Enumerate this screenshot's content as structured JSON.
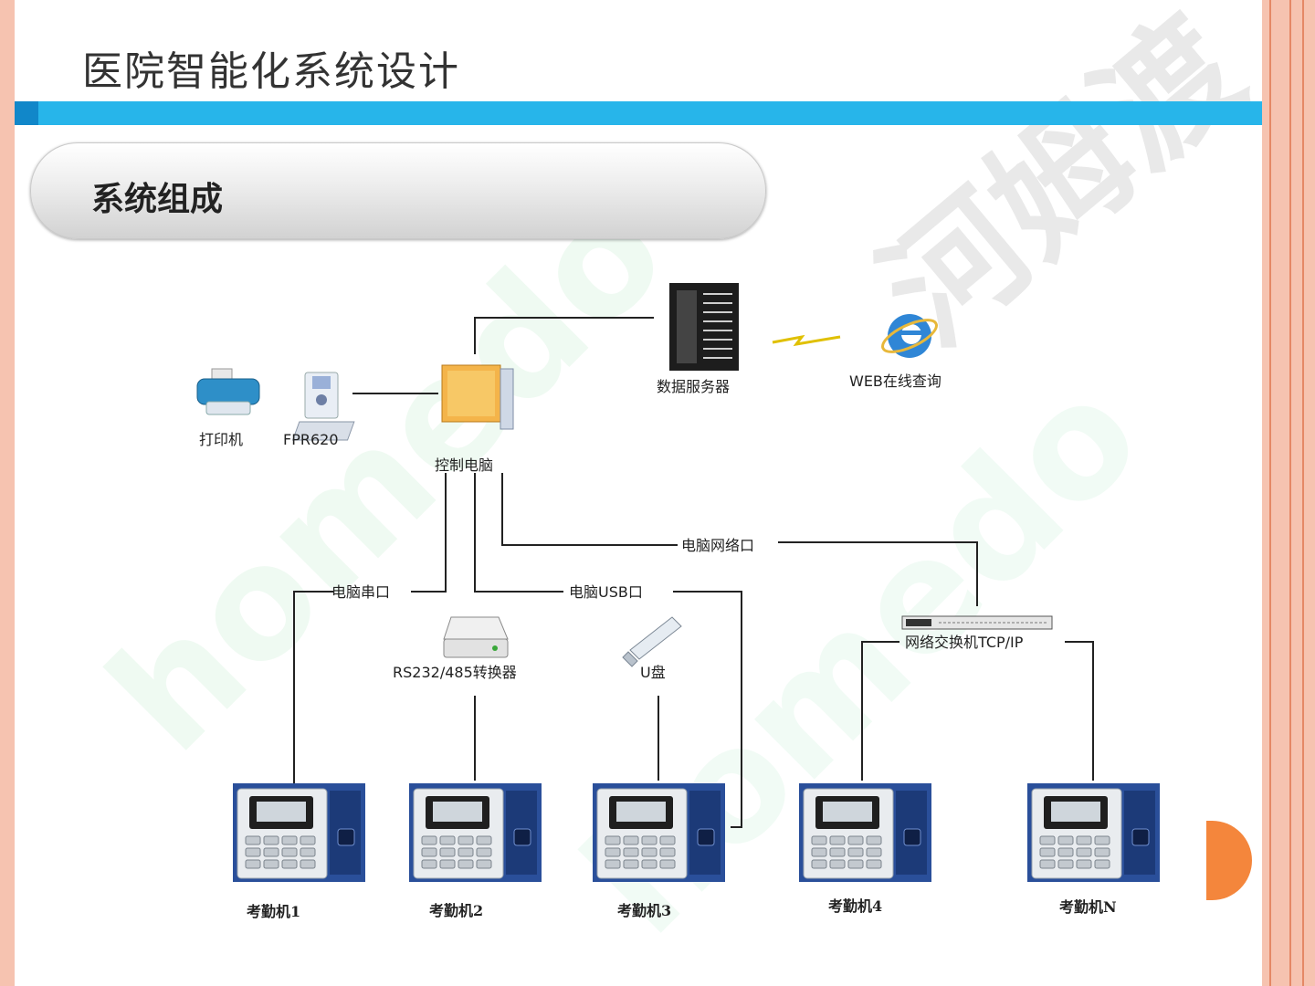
{
  "slide": {
    "title": "医院智能化系统设计",
    "section_title": "系统组成",
    "watermark": "homedo.com 河姆渡"
  },
  "colors": {
    "accent_blue": "#27b5ea",
    "frame_salmon": "#f6c3b0",
    "accent_orange": "#f4863c"
  },
  "diagram": {
    "nodes": {
      "printer": "打印机",
      "fpr": "FPR620",
      "pc": "控制电脑",
      "server": "数据服务器",
      "web": "WEB在线查询",
      "converter": "RS232/485转换器",
      "usb_disk": "U盘",
      "switch": "网络交换机TCP/IP",
      "t1": "考勤机1",
      "t2": "考勤机2",
      "t3": "考勤机3",
      "t4": "考勤机4",
      "tn": "考勤机N"
    },
    "links": {
      "serial": "电脑串口",
      "usb": "电脑USB口",
      "network": "电脑网络口"
    }
  }
}
